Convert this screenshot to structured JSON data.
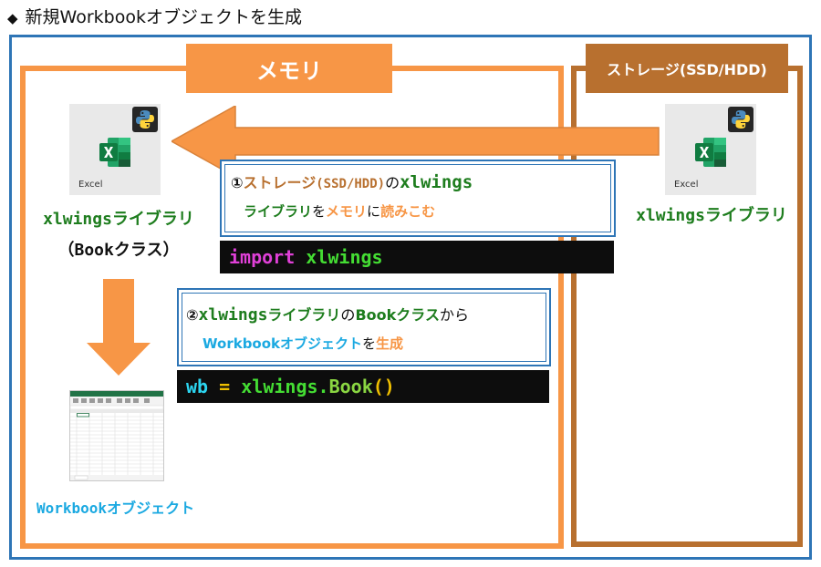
{
  "title": {
    "marker": "◆",
    "text": "新規Workbookオブジェクトを生成"
  },
  "memory": {
    "label": "メモリ"
  },
  "storage": {
    "label": "ストレージ(SSD/HDD)"
  },
  "icon_caption": "Excel",
  "memory_lib": {
    "line1": "xlwingsライブラリ",
    "line2": "（Bookクラス）"
  },
  "storage_lib": {
    "label": "xlwingsライブラリ"
  },
  "step1": {
    "num": "①",
    "part_storage": "ストレージ",
    "part_ssd": "(SSD/HDD)",
    "part_no": "の",
    "part_xlwings": "xlwings",
    "part_library": "ライブラリ",
    "part_wo": "を",
    "part_memory": "メモリ",
    "part_ni": "に",
    "part_read": "読みこむ"
  },
  "code1": {
    "keyword": "import",
    "module": "xlwings"
  },
  "step2": {
    "num": "②",
    "part_xlwings": "xlwings",
    "part_library": "ライブラリ",
    "part_no": "の",
    "part_book": "Bookクラス",
    "part_kara": "から",
    "part_workbook": "Workbookオブジェクト",
    "part_wo": "を",
    "part_create": "生成"
  },
  "code2": {
    "var": "wb",
    "op": "=",
    "module": "xlwings",
    "dot": ".",
    "cls": "Book",
    "parens": "()"
  },
  "workbook_label": "Workbookオブジェクト",
  "colors": {
    "frame_blue": "#2e75b6",
    "memory_orange": "#f79646",
    "storage_brown": "#b8702f",
    "library_green": "#1e7d1e",
    "workbook_cyan": "#1ba9e1",
    "code_bg": "#0d0d0d"
  }
}
